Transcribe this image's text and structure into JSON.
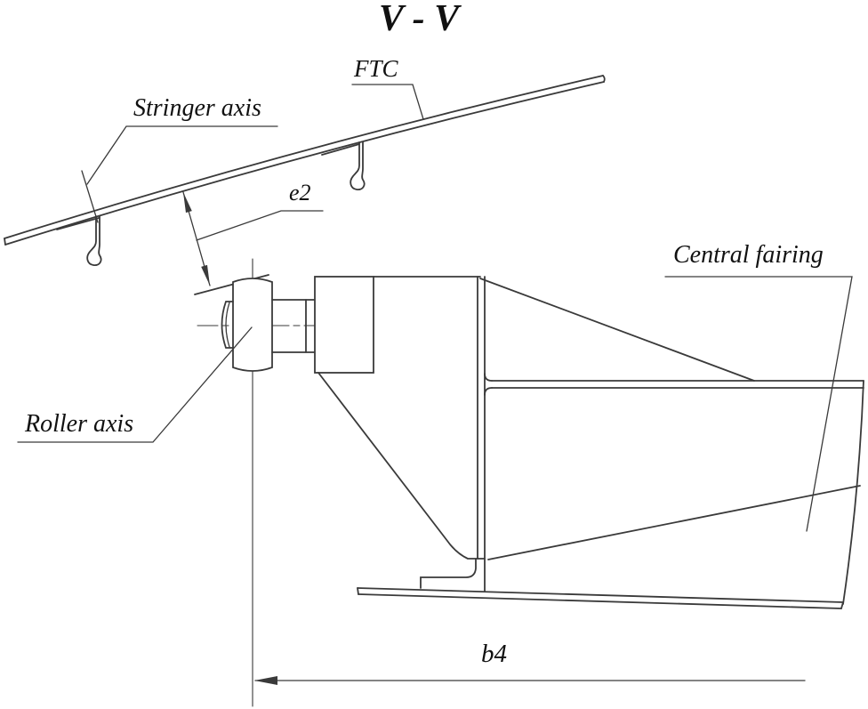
{
  "view": {
    "title": "V - V"
  },
  "annotations": {
    "ftc": "FTC",
    "stringer_axis": "Stringer axis",
    "central_fairing": "Central fairing",
    "roller_axis": "Roller axis"
  },
  "dimensions": {
    "e2": "e2",
    "b4": "b4"
  },
  "colors": {
    "line": "#3a3a3a",
    "text": "#111111",
    "background": "#ffffff"
  }
}
